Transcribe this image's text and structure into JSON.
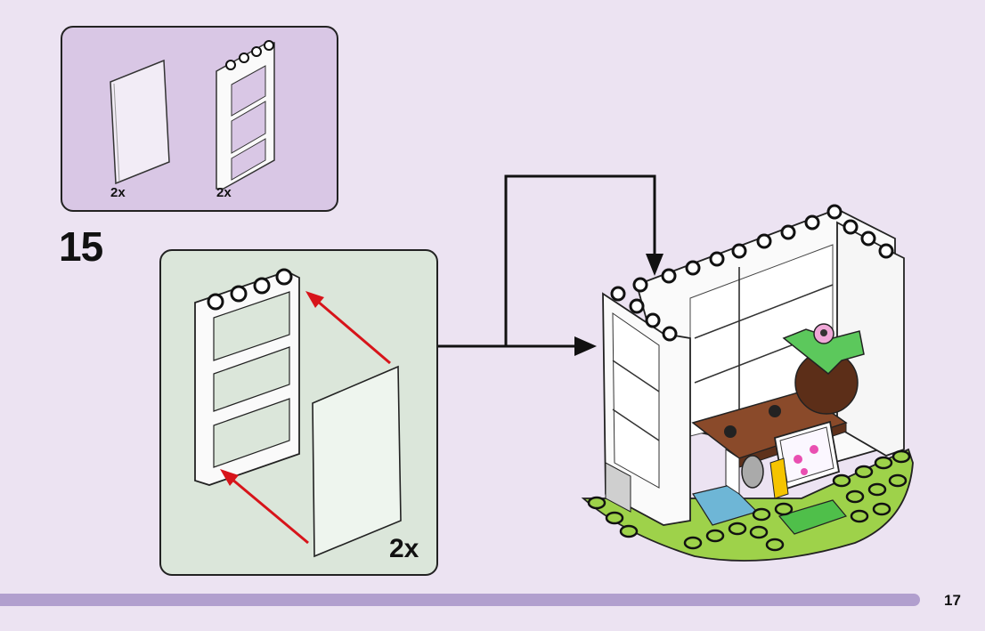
{
  "page": {
    "type": "building-instructions",
    "step_number": "15",
    "page_number": "17"
  },
  "parts_panel": {
    "items": [
      {
        "part": "transparent-window-glass-1x4x6",
        "quantity": "2x"
      },
      {
        "part": "white-window-frame-1x4x6-three-pane",
        "quantity": "2x"
      }
    ]
  },
  "sub_assembly": {
    "quantity": "2x",
    "description": "Insert glass pane into window frame",
    "arrow_color": "#d7141a"
  },
  "main_build": {
    "description": "Attach window assemblies to flower shop base",
    "colors": {
      "base_plate": "#9ed24a",
      "frame": "#ffffff",
      "table": "#8a4a2a",
      "pot": "#5c2e18",
      "leaves": "#5cc85c",
      "tile_blue": "#6eb6d6",
      "tile_green": "#4fbf4a",
      "flower": "#f0a8d8"
    }
  },
  "colors": {
    "background": "#ece3f2",
    "parts_panel_bg": "#d9c7e5",
    "sub_panel_bg": "#dbe6da",
    "footer_bar": "#b19fce"
  }
}
